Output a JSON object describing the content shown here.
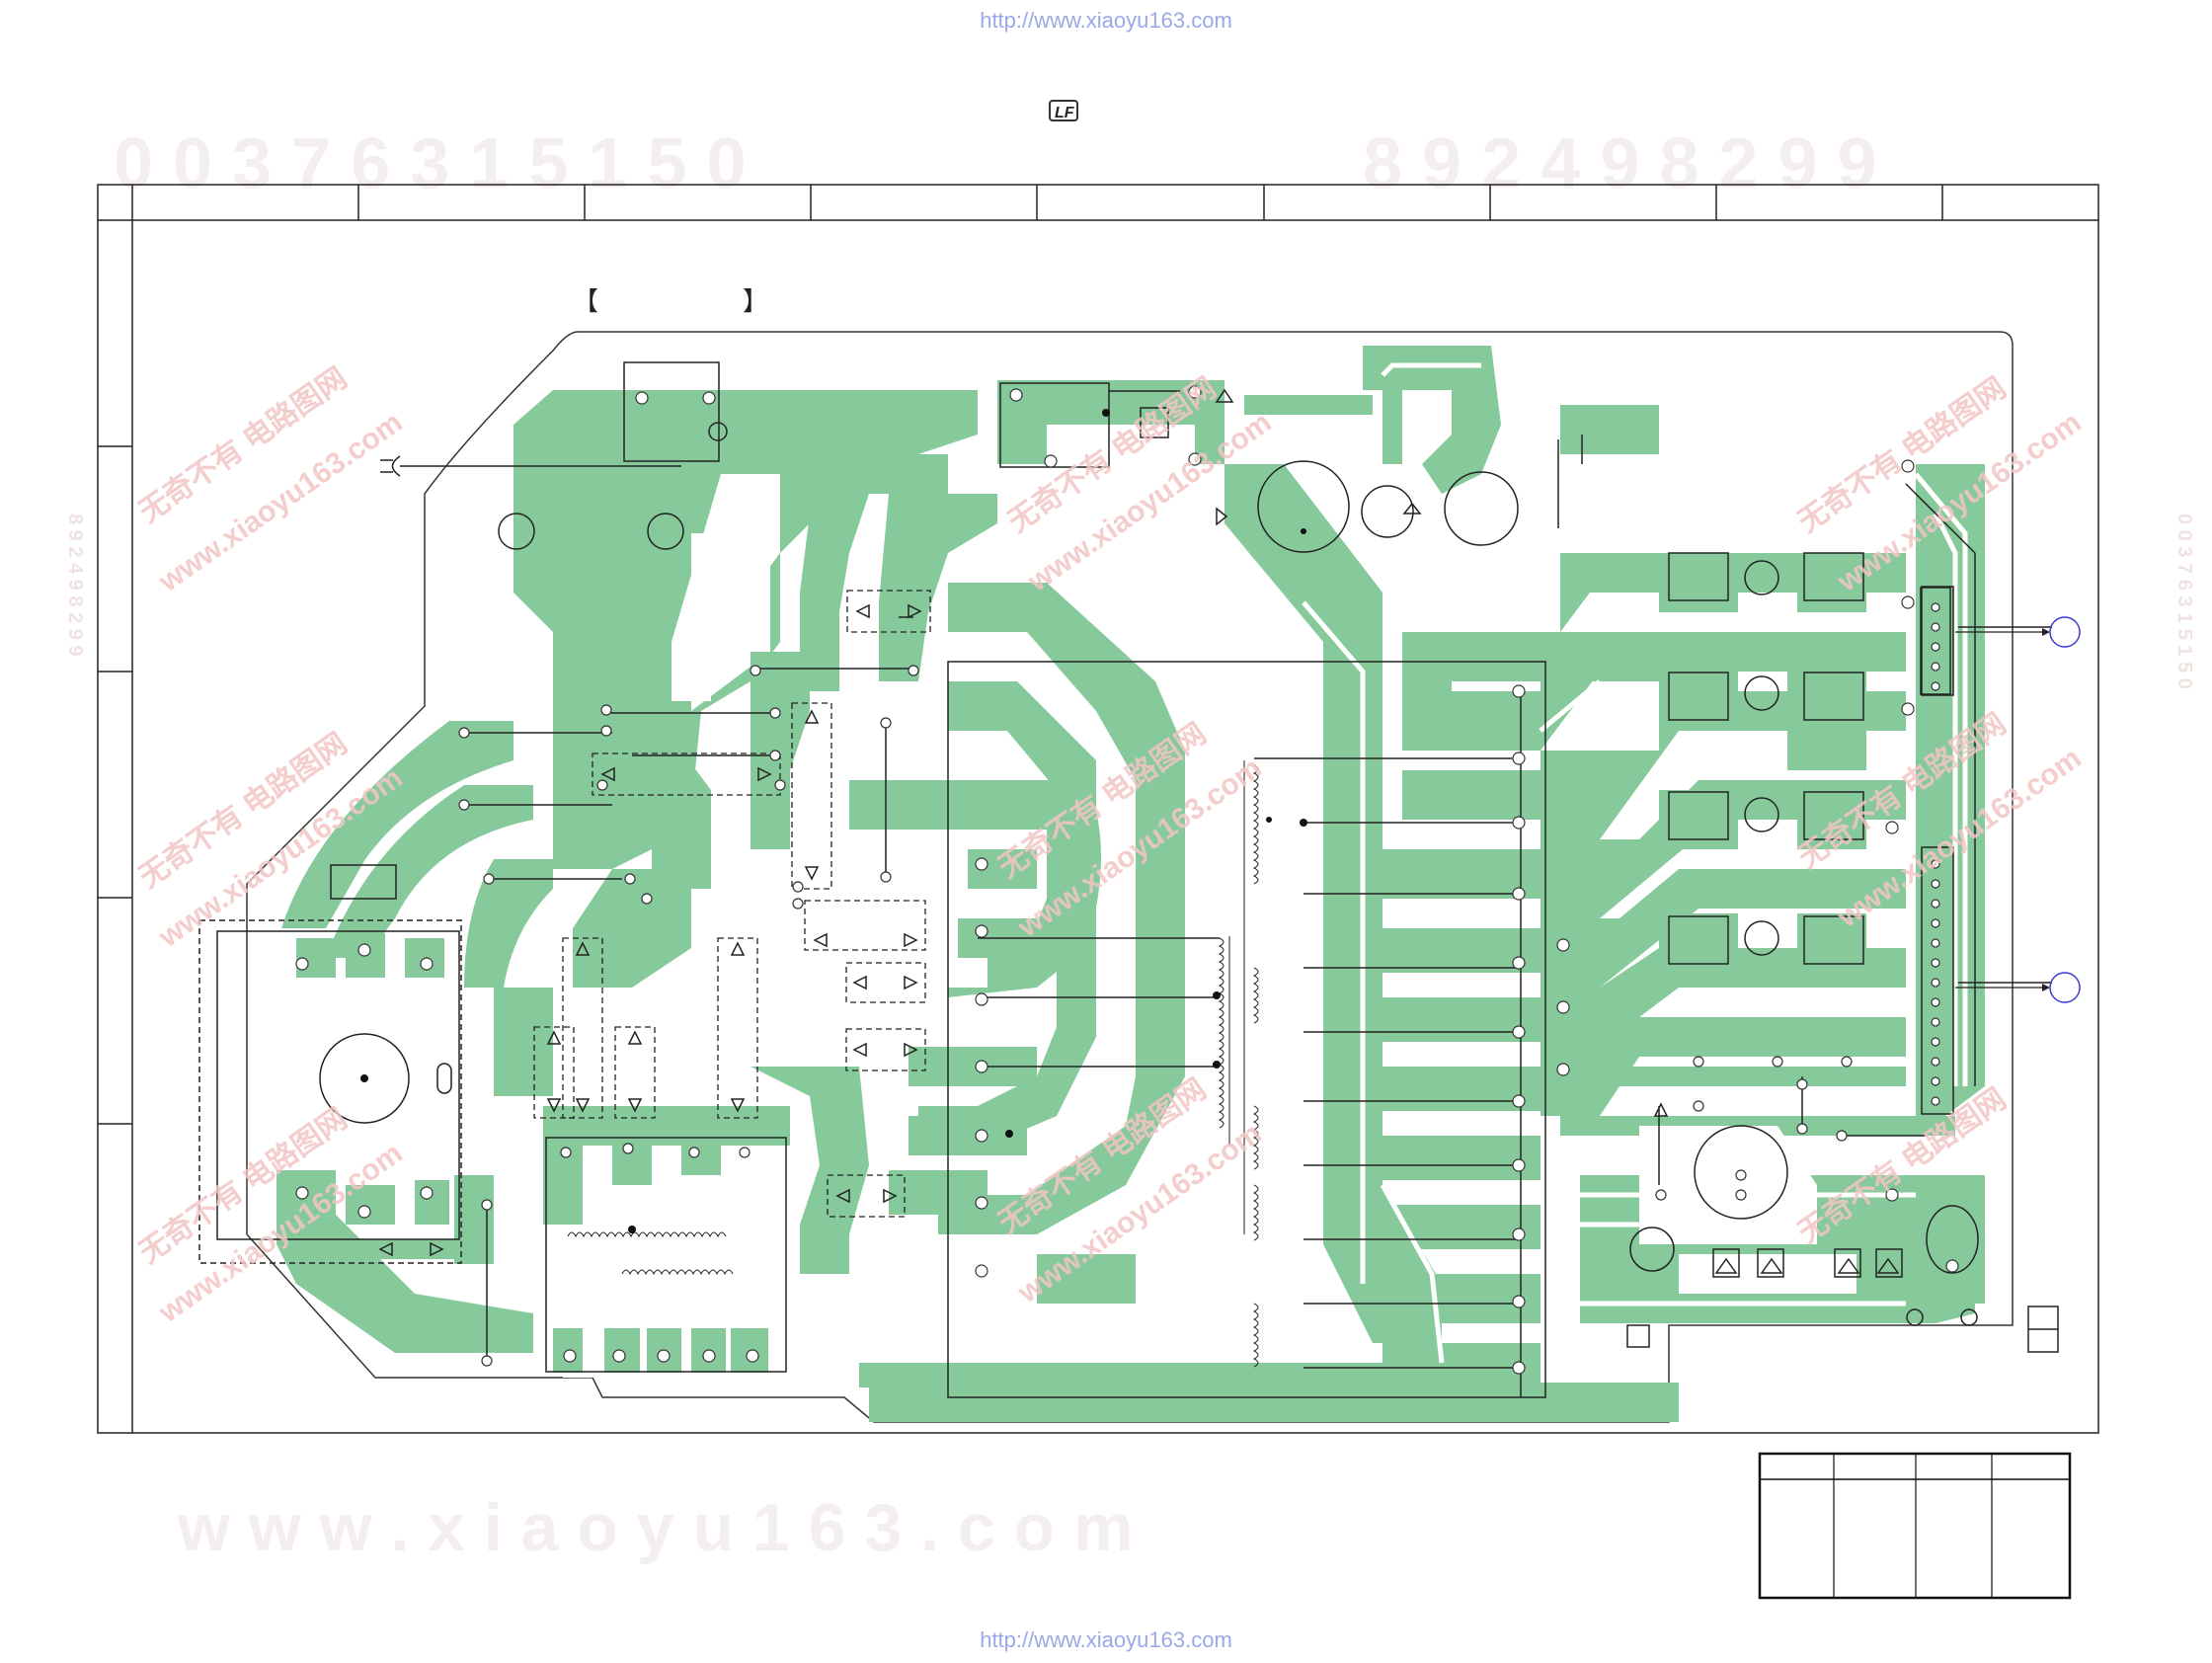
{
  "header": {
    "url": "http://www.xiaoyu163.com"
  },
  "footer": {
    "url": "http://www.xiaoyu163.com"
  },
  "logo": {
    "icon": "lf-logo-icon"
  },
  "watermarks": {
    "top_digits": "0 0 3 7 6 3 1 5 1 5 0",
    "top_digits_right": "8 9 2 4 9 8 2 9 9",
    "bottom_url": "w w w . x i a o y u 1 6 3 . c o m",
    "cn_brand": "无奇不有 电路图网",
    "en_brand": "www.xiaoyu163.com"
  },
  "section_bracket": {
    "open": "【",
    "close": "】"
  },
  "connectors": [
    {
      "icon": "connector-circle-icon",
      "label": ""
    },
    {
      "icon": "connector-circle-icon",
      "label": ""
    }
  ],
  "colors": {
    "copper": "#86c99b",
    "outline": "#1a1a1a",
    "watermark": "#f2c4c4",
    "url": "#9aa8e8",
    "connector": "#3a3ad8"
  }
}
